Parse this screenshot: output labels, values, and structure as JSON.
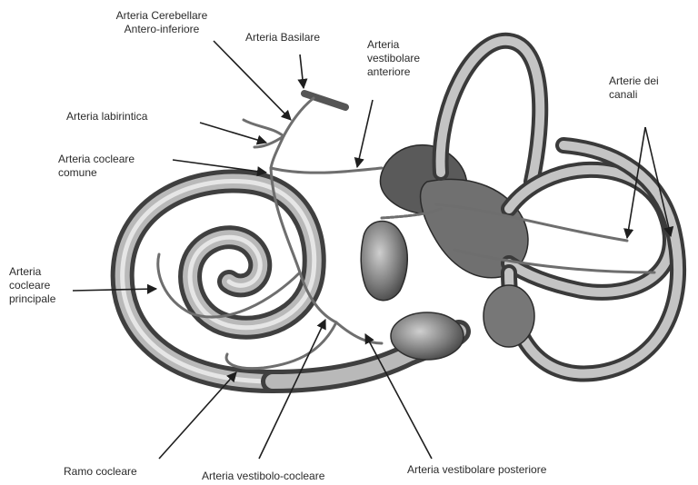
{
  "labels": {
    "cerebellare": [
      "Arteria Cerebellare",
      "Antero-inferiore"
    ],
    "basilare": "Arteria Basilare",
    "vestibolare_anteriore": [
      "Arteria",
      "vestibolare",
      "anteriore"
    ],
    "labirintica": "Arteria labirintica",
    "canali": [
      "Arterie dei",
      "canali"
    ],
    "cocleare_comune": [
      "Arteria cocleare",
      "comune"
    ],
    "cocleare_principale": [
      "Arteria",
      "cocleare",
      "principale"
    ],
    "ramo_cocleare": "Ramo cocleare",
    "vestibolo_cocleare": "Arteria vestibolo-cocleare",
    "vestibolare_posteriore": "Arteria vestibolare posteriore"
  },
  "colors": {
    "structure_fill": "#8a8a8a",
    "structure_dark": "#3a3a3a",
    "vessel_stroke": "#6e6e6e",
    "arrow": "#1e1e1e"
  }
}
